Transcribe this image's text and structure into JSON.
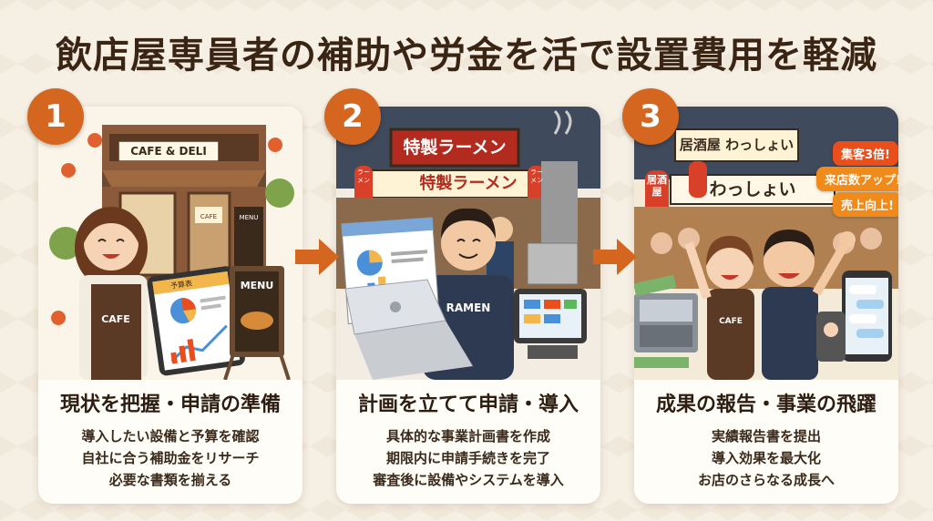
{
  "title": "飲店屋専員者の補助や労金を活で設置費用を軽減",
  "steps": [
    {
      "number": "1",
      "title": "現状を把握・申請の準備",
      "lines": [
        "導入したい設備と予算を確認",
        "自社に合う補助金をリサーチ",
        "必要な書類を揃える"
      ],
      "sign": "CAFE & DELI",
      "apron": "CAFE",
      "menu": "MENU",
      "tablet_header": "予算表",
      "door_sign": "CAFE"
    },
    {
      "number": "2",
      "title": "計画を立てて申請・導入",
      "lines": [
        "具体的な事業計画書を作成",
        "期限内に申請手続きを完了",
        "審査後に設備やシステムを導入"
      ],
      "sign_top": "特製ラーメン",
      "sign_front": "特製ラーメン",
      "lantern": "ラーメン",
      "apron": "RAMEN"
    },
    {
      "number": "3",
      "title": "成果の報告・事業の飛躍",
      "lines": [
        "実績報告書を提出",
        "導入効果を最大化",
        "お店のさらなる成長へ"
      ],
      "sign_top": "居酒屋 わっしょい",
      "sign_front": "わっしょい",
      "lantern": "居酒屋",
      "apron": "CAFE",
      "bubbles": [
        "集客3倍!",
        "来店数アップ!",
        "売上向上!"
      ]
    }
  ],
  "colors": {
    "accent": "#d4661f",
    "background": "#f5efe4",
    "card": "#fffdf8"
  }
}
